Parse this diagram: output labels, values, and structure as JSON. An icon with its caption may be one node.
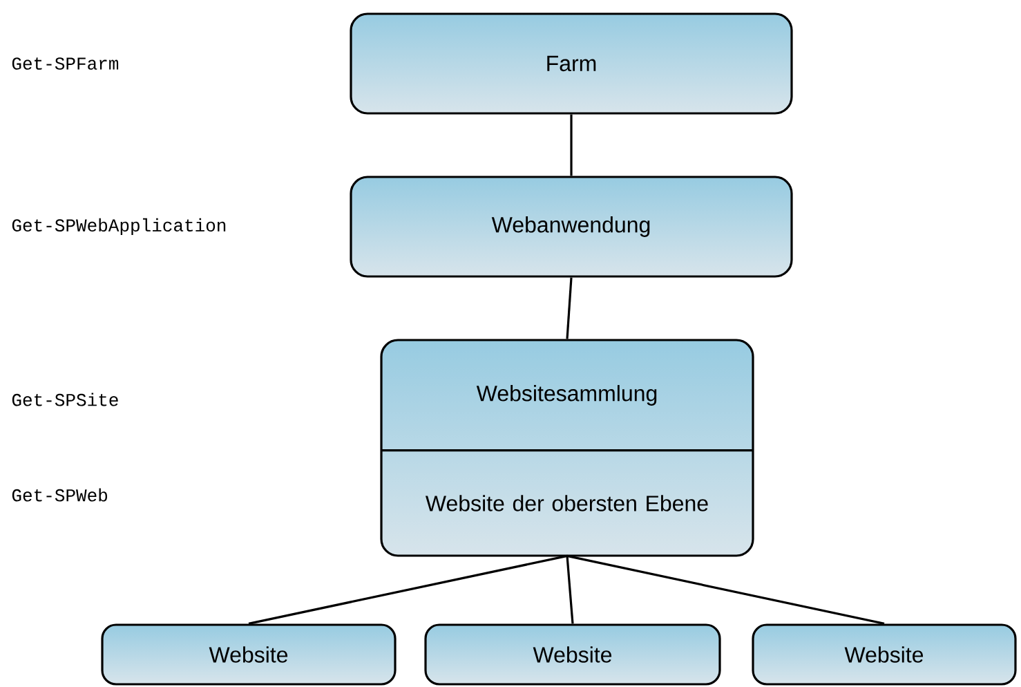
{
  "diagram": {
    "nodes": [
      {
        "text": [
          "Farm"
        ]
      },
      {
        "text": [
          "Webanwendung"
        ]
      },
      {
        "text": [
          "Websitesammlung"
        ]
      },
      {
        "text": [
          "Website der obersten Ebene"
        ],
        "in": 2
      },
      {
        "text": [
          "Website"
        ]
      },
      {
        "text": [
          "Website"
        ]
      },
      {
        "text": [
          "Website"
        ]
      }
    ],
    "edges": [
      {
        "from": 0,
        "to": 1,
        "arrow": "none"
      },
      {
        "from": 1,
        "to": 2,
        "arrow": "none"
      },
      {
        "from": 3,
        "to": 4,
        "arrow": "none"
      },
      {
        "from": 3,
        "to": 5,
        "arrow": "none"
      },
      {
        "from": 3,
        "to": 6,
        "arrow": "none"
      }
    ],
    "labels": [
      "Get-SPFarm",
      "Get-SPWebApplication",
      "Get-SPSite",
      "Get-SPWeb"
    ]
  }
}
